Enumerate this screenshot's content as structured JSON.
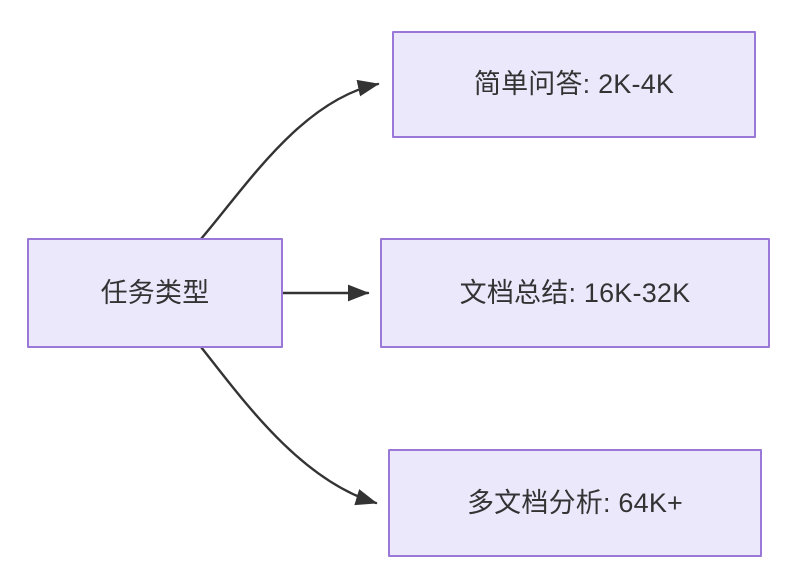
{
  "diagram": {
    "type": "flowchart",
    "orientation": "left-to-right",
    "background_color": "#ffffff",
    "node_fill_color": "#ebe8fc",
    "node_border_color": "#9a78d7",
    "text_color": "#333333",
    "edge_color": "#333333",
    "nodes": {
      "source": {
        "id": "task-type",
        "label": "任务类型"
      },
      "targets": [
        {
          "id": "simple-qa",
          "label": "简单问答: 2K-4K",
          "task": "简单问答",
          "range": "2K-4K"
        },
        {
          "id": "doc-summary",
          "label": "文档总结: 16K-32K",
          "task": "文档总结",
          "range": "16K-32K"
        },
        {
          "id": "multi-doc",
          "label": "多文档分析: 64K+",
          "task": "多文档分析",
          "range": "64K+"
        }
      ]
    },
    "edges": [
      {
        "from": "task-type",
        "to": "simple-qa",
        "style": "curved",
        "arrow": "solid-triangle"
      },
      {
        "from": "task-type",
        "to": "doc-summary",
        "style": "straight",
        "arrow": "solid-triangle"
      },
      {
        "from": "task-type",
        "to": "multi-doc",
        "style": "curved",
        "arrow": "solid-triangle"
      }
    ]
  }
}
